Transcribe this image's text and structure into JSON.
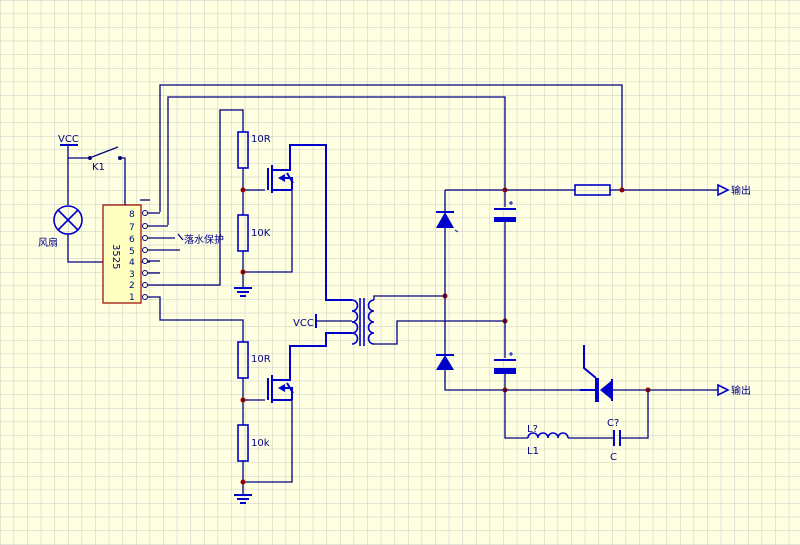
{
  "labels": {
    "vcc_top": "VCC",
    "switch": "K1",
    "fan": "风扇",
    "ic": "3525",
    "water": "落水保护",
    "r_top1": "10R",
    "r_top2": "10K",
    "r_bot1": "10R",
    "r_bot2": "10k",
    "vcc_mid": "VCC",
    "out1": "输出",
    "out2": "输出",
    "ind_ref": "L?",
    "ind_val": "L1",
    "cap_ref": "C?",
    "cap_val": "C"
  },
  "ic_pins": [
    "8",
    "7",
    "6",
    "5",
    "4",
    "3",
    "2",
    "1"
  ],
  "colors": {
    "background": "#ffffe1",
    "grid": "#c8c8c8",
    "wire": "#000080",
    "component": "#0000cc",
    "pin_box": "#990000",
    "junction": "#8b0000"
  }
}
